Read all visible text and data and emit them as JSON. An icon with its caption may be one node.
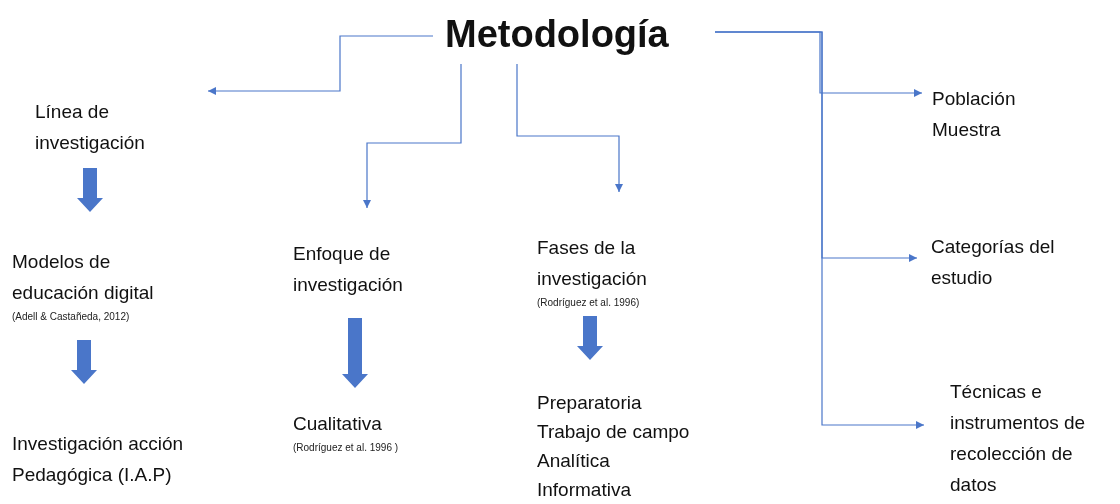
{
  "diagram": {
    "nodes": [
      {
        "text": [
          "Metodología"
        ]
      },
      {
        "text": [
          "Línea de investigación"
        ]
      },
      {
        "text": [
          "Modelos de educación digital"
        ],
        "beside": [
          "(Adell & Castañeda, 2012)"
        ]
      },
      {
        "text": [
          "Investigación acción Pedagógica (I.A.P)"
        ]
      },
      {
        "text": [
          "Enfoque de investigación"
        ]
      },
      {
        "text": [
          "Cualitativa"
        ],
        "beside": [
          "(Rodríguez et al. 1996 )"
        ]
      },
      {
        "text": [
          "Fases de la investigación"
        ],
        "beside": [
          "(Rodríguez et al. 1996)"
        ]
      },
      {
        "text": [
          "Preparatoria",
          "Trabajo de campo",
          "Analítica",
          "Informativa"
        ]
      },
      {
        "text": [
          "Población",
          "Muestra"
        ]
      },
      {
        "text": [
          "Categorías del estudio"
        ]
      },
      {
        "text": [
          "Técnicas e instrumentos de recolección de datos"
        ]
      }
    ],
    "edges": [
      {
        "from": 0,
        "to": 1,
        "arrow": "to"
      },
      {
        "from": 1,
        "to": 2,
        "arrow": "to",
        "style": "thick"
      },
      {
        "from": 2,
        "to": 3,
        "arrow": "to",
        "style": "thick"
      },
      {
        "from": 0,
        "to": 4,
        "arrow": "to"
      },
      {
        "from": 4,
        "to": 5,
        "arrow": "to",
        "style": "thick"
      },
      {
        "from": 0,
        "to": 6,
        "arrow": "to"
      },
      {
        "from": 6,
        "to": 7,
        "arrow": "to",
        "style": "thick"
      },
      {
        "from": 0,
        "to": 8,
        "arrow": "to"
      },
      {
        "from": 0,
        "to": 9,
        "arrow": "to"
      },
      {
        "from": 0,
        "to": 10,
        "arrow": "to"
      }
    ]
  }
}
